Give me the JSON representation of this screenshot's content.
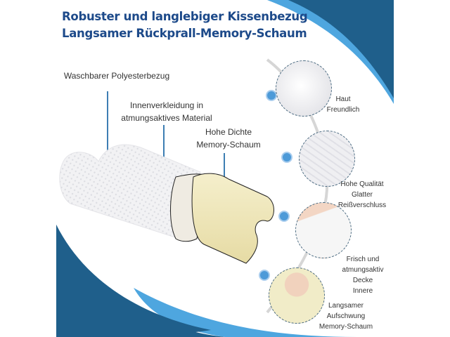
{
  "header": {
    "line1": "Robuster und langlebiger Kissenbezug",
    "line2": "Langsamer Rückprall-Memory-Schaum"
  },
  "callouts": {
    "cover": "Waschbarer Polyesterbezug",
    "lining_line1": "Innenverkleidung in",
    "lining_line2": "atmungsaktives Material",
    "foam_line1": "Hohe Dichte",
    "foam_line2": "Memory-Schaum"
  },
  "features": [
    {
      "icon": "fabric-texture-icon",
      "lines": [
        "Haut",
        "Freundlich"
      ]
    },
    {
      "icon": "zipper-icon",
      "lines": [
        "Hohe Qualität",
        "Glatter",
        "Reißverschluss"
      ]
    },
    {
      "icon": "finger-foam-icon",
      "lines": [
        "Frisch und",
        "atmungsaktiv",
        "Decke",
        "Innere"
      ]
    },
    {
      "icon": "hand-imprint-icon",
      "lines": [
        "Langsamer",
        "Aufschwung",
        "Memory-Schaum"
      ]
    }
  ],
  "colors": {
    "dark_blue": "#1f5f8b",
    "light_blue": "#4ea6df",
    "title_blue": "#1d4a8a",
    "foam_yellow": "#efe6b8"
  }
}
